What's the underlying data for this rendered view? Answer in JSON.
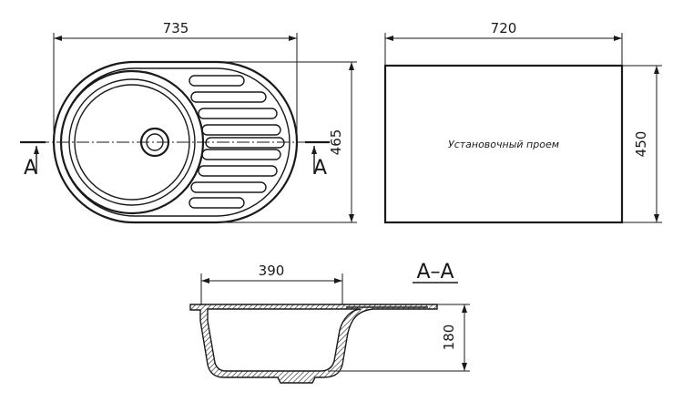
{
  "dimensions": {
    "sink_width": "735",
    "sink_height": "465",
    "cutout_width": "720",
    "cutout_height": "450",
    "bowl_width": "390",
    "bowl_depth": "180"
  },
  "labels": {
    "cutout_note": "Установочный проем",
    "section_mark_left": "A",
    "section_mark_right": "A",
    "section_title": "A–A"
  },
  "colors": {
    "line": "#1a1a1a",
    "background": "#ffffff"
  }
}
